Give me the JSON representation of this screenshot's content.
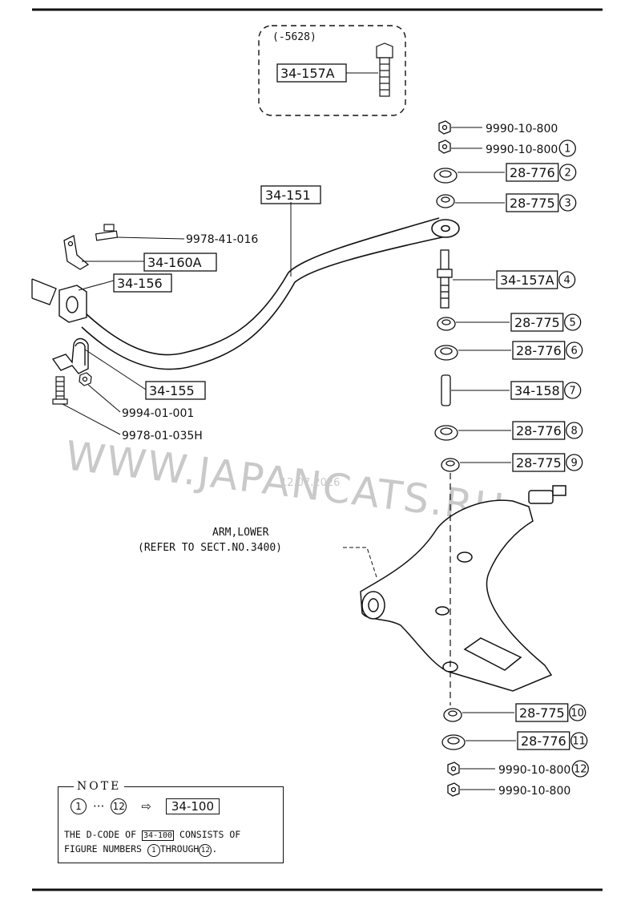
{
  "variant": {
    "label": "(-5628)",
    "part": "34-157A"
  },
  "right_parts": [
    {
      "num": "",
      "part": "9990-10-800",
      "boxed": false
    },
    {
      "num": "1",
      "part": "9990-10-800",
      "boxed": false
    },
    {
      "num": "2",
      "part": "28-776",
      "boxed": true
    },
    {
      "num": "3",
      "part": "28-775",
      "boxed": true
    },
    {
      "num": "4",
      "part": "34-157A",
      "boxed": true
    },
    {
      "num": "5",
      "part": "28-775",
      "boxed": true
    },
    {
      "num": "6",
      "part": "28-776",
      "boxed": true
    },
    {
      "num": "7",
      "part": "34-158",
      "boxed": true
    },
    {
      "num": "8",
      "part": "28-776",
      "boxed": true
    },
    {
      "num": "9",
      "part": "28-775",
      "boxed": true
    },
    {
      "num": "10",
      "part": "28-775",
      "boxed": true
    },
    {
      "num": "11",
      "part": "28-776",
      "boxed": true
    },
    {
      "num": "12",
      "part": "9990-10-800",
      "boxed": false
    },
    {
      "num": "",
      "part": "9990-10-800",
      "boxed": false
    }
  ],
  "left_parts": {
    "stabilizer": "34-151",
    "bolt_top": "9978-41-016",
    "bracket": "34-160A",
    "bushing": "34-156",
    "clamp": "34-155",
    "nut": "9994-01-001",
    "bolt_bottom": "9978-01-035H"
  },
  "arm": {
    "line1": "ARM,LOWER",
    "line2": "(REFER TO SECT.NO.3400)"
  },
  "watermark": {
    "text": "WWW.JAPANCATS.RU",
    "date": "12.07.2026"
  },
  "note": {
    "title": "NOTE",
    "from": "1",
    "dots": "···",
    "to": "12",
    "arrow": "⇨",
    "target": "34-100",
    "text_a": "THE D-CODE OF",
    "text_code": "34-100",
    "text_b": "CONSISTS OF",
    "text_c": "FIGURE NUMBERS",
    "text_from": "1",
    "text_d": "THROUGH",
    "text_to": "12",
    "text_e": "."
  }
}
